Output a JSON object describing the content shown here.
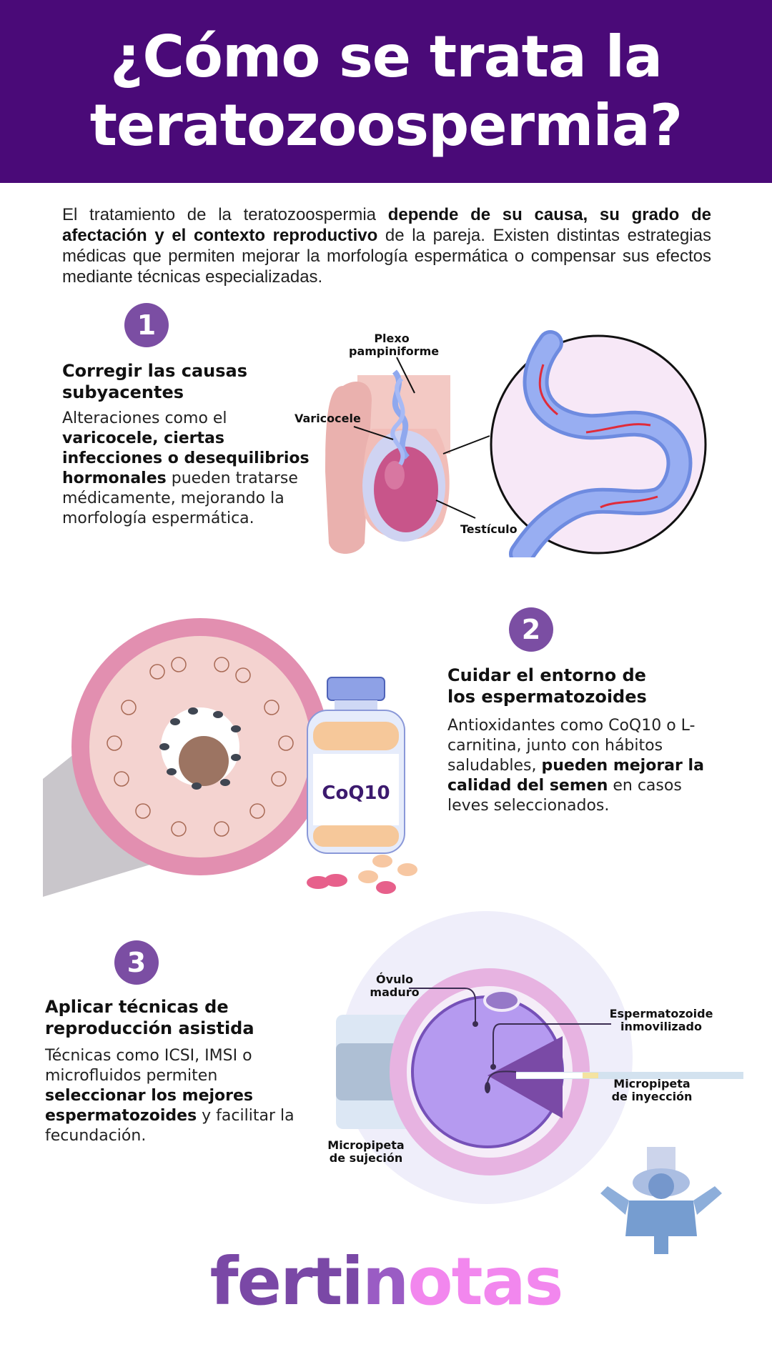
{
  "header": {
    "title_line1": "¿Cómo se trata la",
    "title_line2": "teratozoospermia?",
    "bg_color": "#4a0a78"
  },
  "intro": {
    "part1": "El tratamiento de la teratozoospermia ",
    "bold1": "depende de su causa, su grado de afectación y el contexto reproductivo",
    "part2": " de la pareja. Existen distintas estrategias médicas que permiten mejorar la morfología espermática o compensar sus efectos mediante técnicas especializadas."
  },
  "steps": [
    {
      "number": "1",
      "title": "Corregir las causas subyacentes",
      "body_pre": "Alteraciones como el ",
      "body_bold": "varicocele, ciertas infecciones o desequilibrios hormonales",
      "body_post": " pueden tratarse médicamente, mejorando la morfología espermática.",
      "illustration": {
        "name": "varicocele-anatomy",
        "labels": [
          "Plexo pampiniforme",
          "Varicocele",
          "Testículo"
        ]
      }
    },
    {
      "number": "2",
      "title": "Cuidar el entorno de los espermatozoides",
      "body_pre": "Antioxidantes como CoQ10 o L-carnitina, junto con hábitos saludables, ",
      "body_bold": "pueden mejorar la calidad del semen",
      "body_post": " en casos leves seleccionados.",
      "illustration": {
        "name": "seminiferous-tubule-and-supplement",
        "bottle_label": "CoQ10"
      }
    },
    {
      "number": "3",
      "title": "Aplicar técnicas de reproducción asistida",
      "body_pre": "Técnicas como ICSI, IMSI o microfluidos permiten ",
      "body_bold": "seleccionar los mejores espermatozoides",
      "body_post": " y facilitar la fecundación.",
      "illustration": {
        "name": "icsi-injection",
        "labels": [
          "Óvulo maduro",
          "Espermatozoide inmovilizado",
          "Micropipeta de inyección",
          "Micropipeta de sujeción"
        ]
      }
    }
  ],
  "logo": {
    "part_a": "ferti",
    "part_b": "n",
    "part_c": "otas"
  },
  "colors": {
    "accent_purple": "#7b4ea3",
    "header_purple": "#4a0a78",
    "logo_pink": "#f287ee"
  }
}
